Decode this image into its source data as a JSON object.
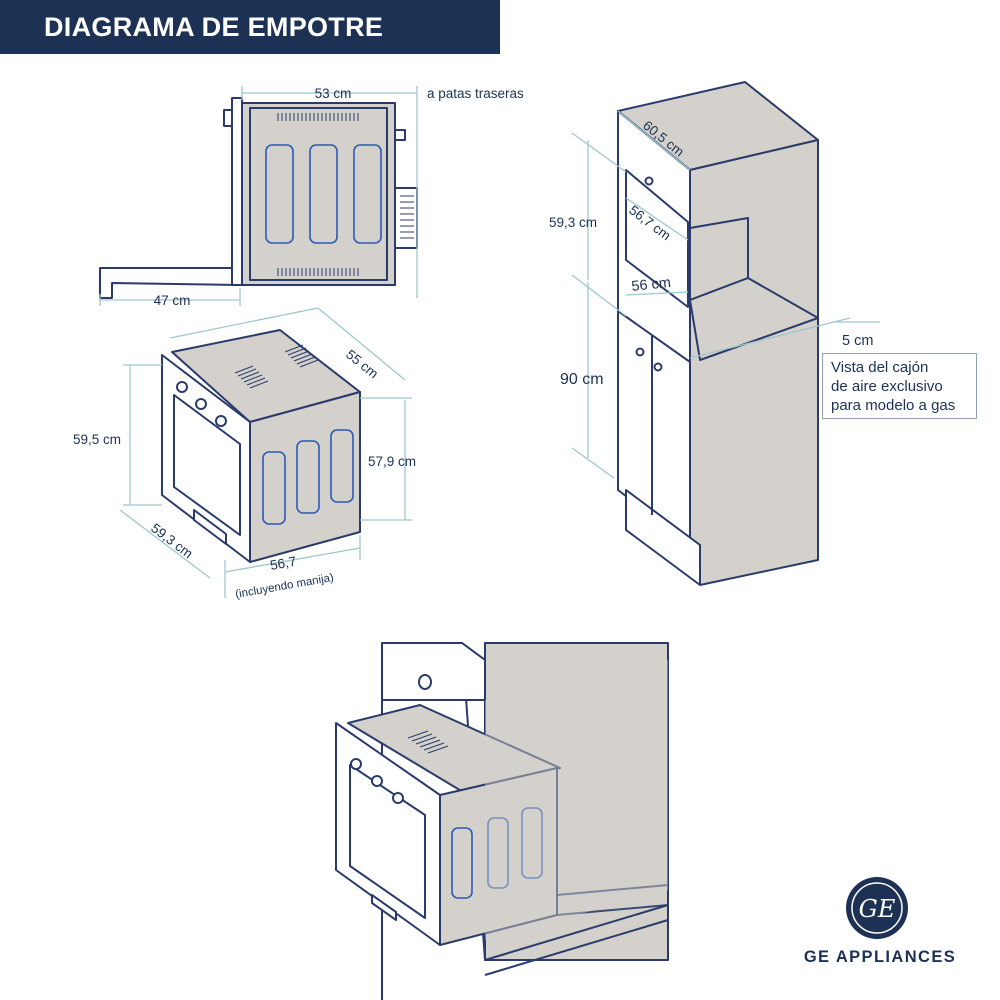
{
  "header": {
    "title": "DIAGRAMA DE EMPOTRE"
  },
  "colors": {
    "navy": "#1c3153",
    "line": "#2a3b6b",
    "dim_line": "#9fc7cf",
    "fill": "#d4d1cc",
    "white": "#ffffff",
    "frame": "#2c3d73"
  },
  "top_view": {
    "width_label": "53 cm",
    "depth_label": "47 cm",
    "rear_legs_label": "a patas traseras"
  },
  "front_view": {
    "depth_label": "55 cm",
    "height_label": "59,5 cm",
    "body_height_label": "57,9 cm",
    "width_label": "59,3 cm",
    "handle_label": "56,7",
    "handle_note": "(incluyendo manija)"
  },
  "cabinet": {
    "top_depth_label": "60,5 cm",
    "niche_height_label": "59,3 cm",
    "niche_width_label": "56,7 cm",
    "niche_depth_label": "56 cm",
    "base_height_label": "90 cm",
    "gap_label": "5 cm",
    "note_lines": [
      "Vista del cajón",
      "de aire exclusivo",
      "para modelo a gas"
    ]
  },
  "brand": {
    "name": "GE APPLIANCES",
    "logo_text": "GE"
  }
}
